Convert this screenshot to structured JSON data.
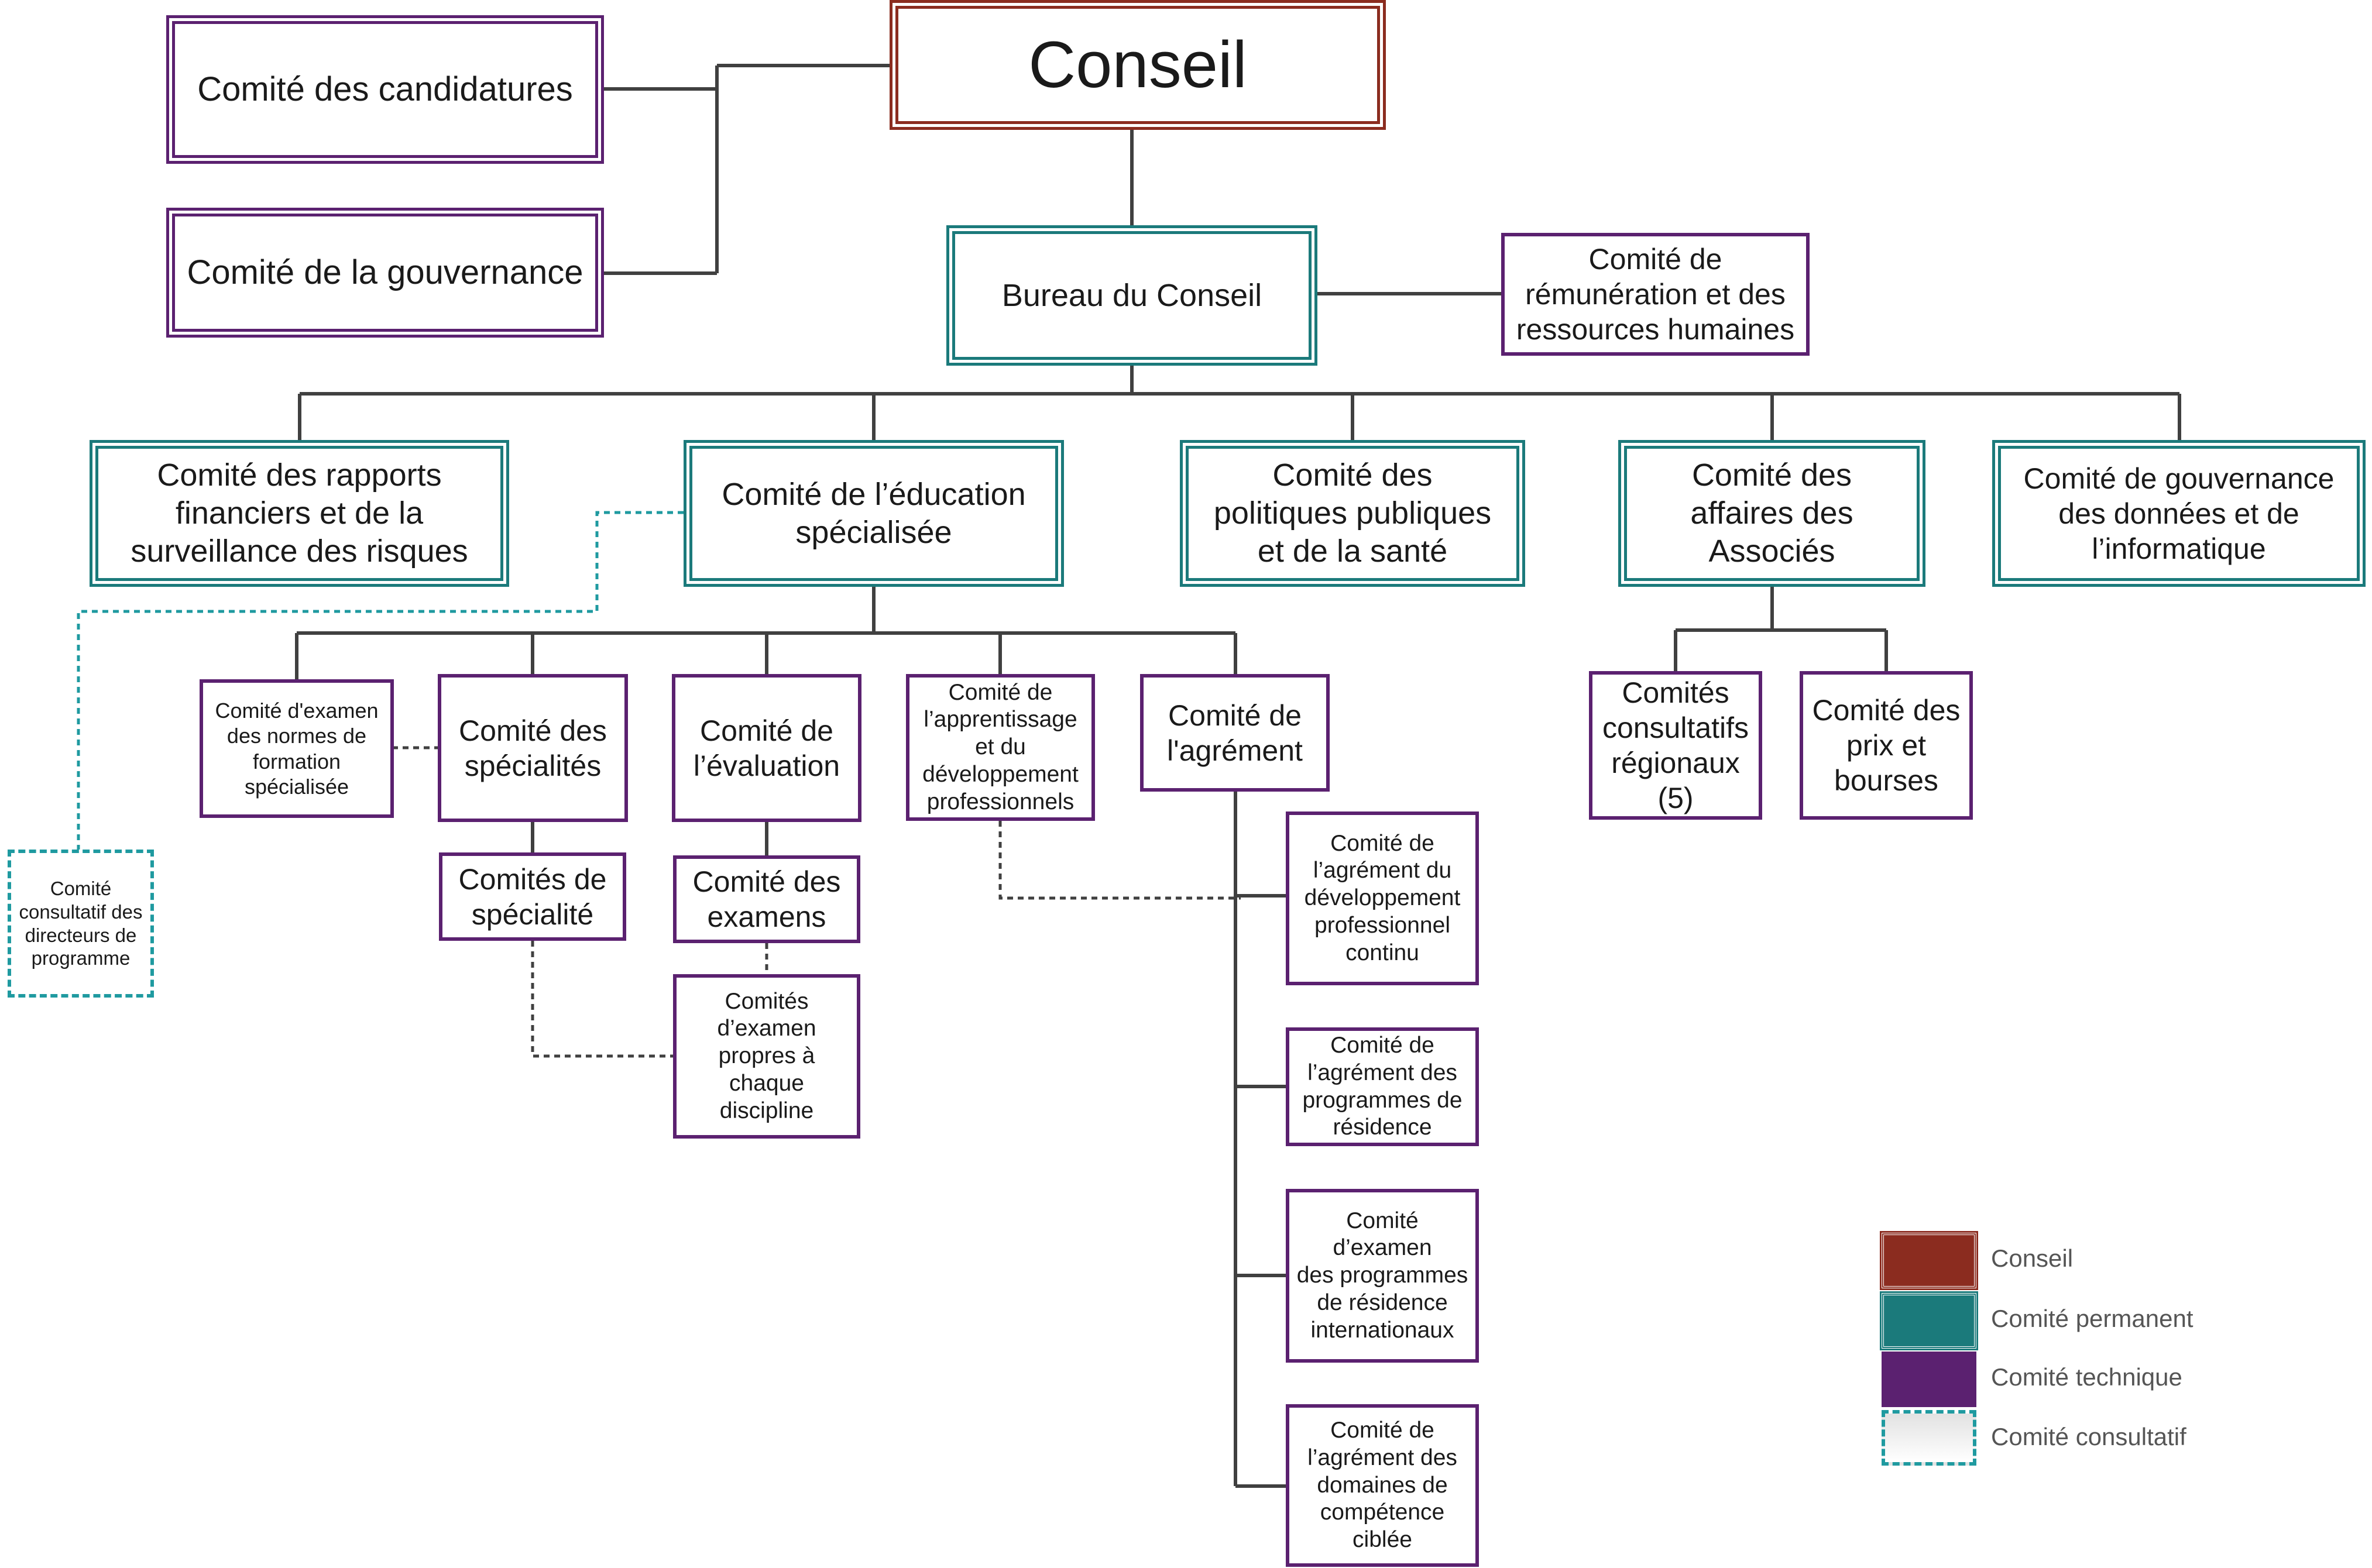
{
  "colors": {
    "board": "#8b2c1f",
    "standing": "#1b7a7b",
    "technical": "#5b2170",
    "advisory": "#1f9aa0",
    "connector": "#404040"
  },
  "nodes": {
    "conseil": "Conseil",
    "candidatures": "Comité des candidatures",
    "gouvernance": "Comité de la gouvernance",
    "bureau": "Bureau du Conseil",
    "remuneration": "Comité de\nrémunération et des\nressources humaines",
    "rapports": "Comité des rapports\nfinanciers et de la\nsurveillance des risques",
    "education": "Comité de l’éducation\nspécialisée",
    "politiques": "Comité des\npolitiques publiques\net de la santé",
    "associes": "Comité des\naffaires des\nAssociés",
    "donnees": "Comité de gouvernance\ndes données et de\nl’informatique",
    "normes": "Comité d'examen\ndes normes de\nformation\nspécialisée",
    "specialites": "Comité des\nspécialités",
    "evaluation": "Comité de\nl’évaluation",
    "apprentissage": "Comité de\nl’apprentissage\net du\ndéveloppement\nprofessionnels",
    "agrement": "Comité de\nl'agrément",
    "consultatif": "Comité\nconsultatif des\ndirecteurs de\nprogramme",
    "specialite": "Comités de\nspécialité",
    "examens": "Comité des\nexamens",
    "discipline": "Comités\nd’examen\npropres à\nchaque\ndiscipline",
    "dpc": "Comité de\nl’agrément du\ndéveloppement\nprofessionnel\ncontinu",
    "residence": "Comité de\nl’agrément des\nprogrammes de\nrésidence",
    "internationaux": "Comité d’examen\ndes programmes\nde résidence\ninternationaux",
    "ciblee": "Comité de\nl’agrément des\ndomaines de\ncompétence\nciblée",
    "regionaux": "Comités\nconsultatifs\nrégionaux\n(5)",
    "prix": "Comité des\nprix et\nbourses"
  },
  "legend": {
    "board": "Conseil",
    "standing": "Comité permanent",
    "technical": "Comité technique",
    "advisory": "Comité consultatif"
  }
}
